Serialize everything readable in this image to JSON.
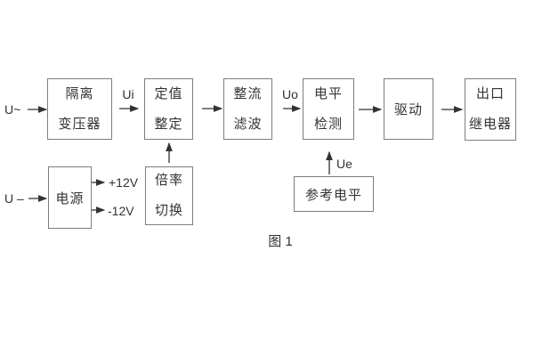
{
  "diagram": {
    "caption": "图 1",
    "signal_labels": {
      "input_ac": "U~",
      "input_dc": "U –",
      "ui": "Ui",
      "uo": "Uo",
      "ue": "Ue",
      "rail_positive": "+12V",
      "rail_negative": "-12V"
    },
    "blocks": {
      "isolation_transformer": {
        "line1": "隔离",
        "line2": "变压器"
      },
      "setting_adjust": {
        "line1": "定值",
        "line2": "整定"
      },
      "rectifier_filter": {
        "line1": "整流",
        "line2": "滤波"
      },
      "level_detect": {
        "line1": "电平",
        "line2": "检测"
      },
      "driver": {
        "line1": "驱动"
      },
      "output_relay": {
        "line1": "出口",
        "line2": "继电器"
      },
      "power_supply": {
        "line1": "电源"
      },
      "ratio_switch": {
        "line1": "倍率",
        "line2": "切换"
      },
      "reference_level": {
        "line1": "参考电平"
      }
    },
    "colors": {
      "background": "#ffffff",
      "box_border": "#7d7d7d",
      "text": "#333333",
      "arrow": "#333333"
    }
  }
}
